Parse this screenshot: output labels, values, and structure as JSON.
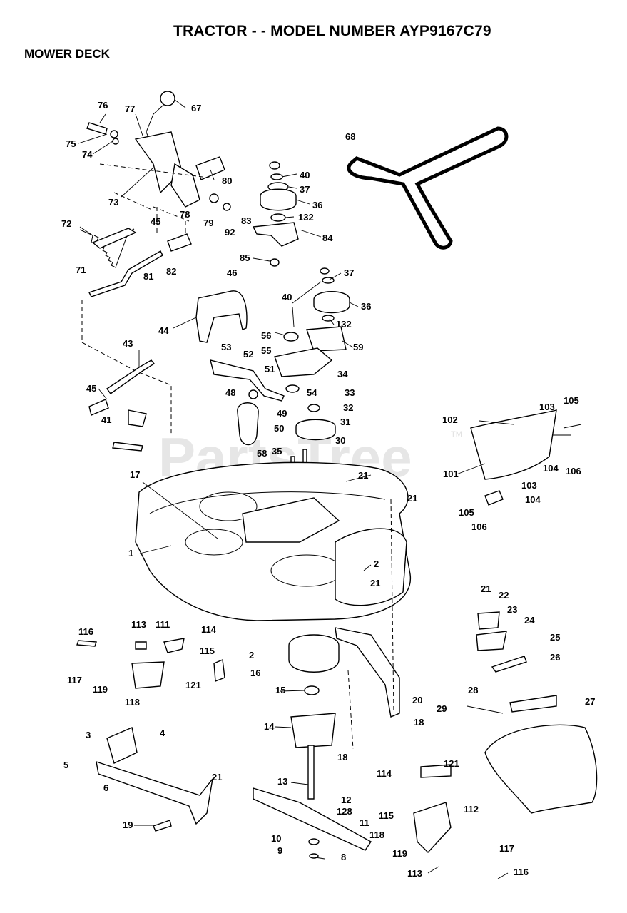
{
  "header": {
    "title": "TRACTOR - - MODEL NUMBER AYP9167C79",
    "section": "MOWER DECK"
  },
  "watermark": {
    "text": "PartsTree",
    "tm": "TM"
  },
  "callouts": [
    "76",
    "77",
    "67",
    "75",
    "74",
    "73",
    "78",
    "79",
    "80",
    "92",
    "72",
    "45",
    "71",
    "81",
    "82",
    "68",
    "40",
    "37",
    "36",
    "83",
    "132",
    "84",
    "85",
    "46",
    "44",
    "37",
    "40",
    "36",
    "132",
    "56",
    "59",
    "53",
    "52",
    "55",
    "51",
    "34",
    "48",
    "54",
    "33",
    "43",
    "45",
    "41",
    "49",
    "50",
    "58",
    "32",
    "31",
    "35",
    "30",
    "21",
    "17",
    "21",
    "102",
    "103",
    "105",
    "101",
    "104",
    "106",
    "103",
    "104",
    "105",
    "106",
    "1",
    "2",
    "21",
    "113",
    "111",
    "116",
    "114",
    "115",
    "117",
    "119",
    "121",
    "118",
    "2",
    "16",
    "15",
    "14",
    "21",
    "22",
    "23",
    "24",
    "25",
    "26",
    "27",
    "28",
    "29",
    "20",
    "18",
    "18",
    "3",
    "4",
    "5",
    "6",
    "21",
    "13",
    "12",
    "128",
    "11",
    "19",
    "10",
    "9",
    "8",
    "114",
    "121",
    "115",
    "112",
    "118",
    "119",
    "117",
    "113",
    "116"
  ],
  "colors": {
    "ink": "#000000",
    "watermark": "#e6e6e6",
    "background": "#ffffff"
  }
}
